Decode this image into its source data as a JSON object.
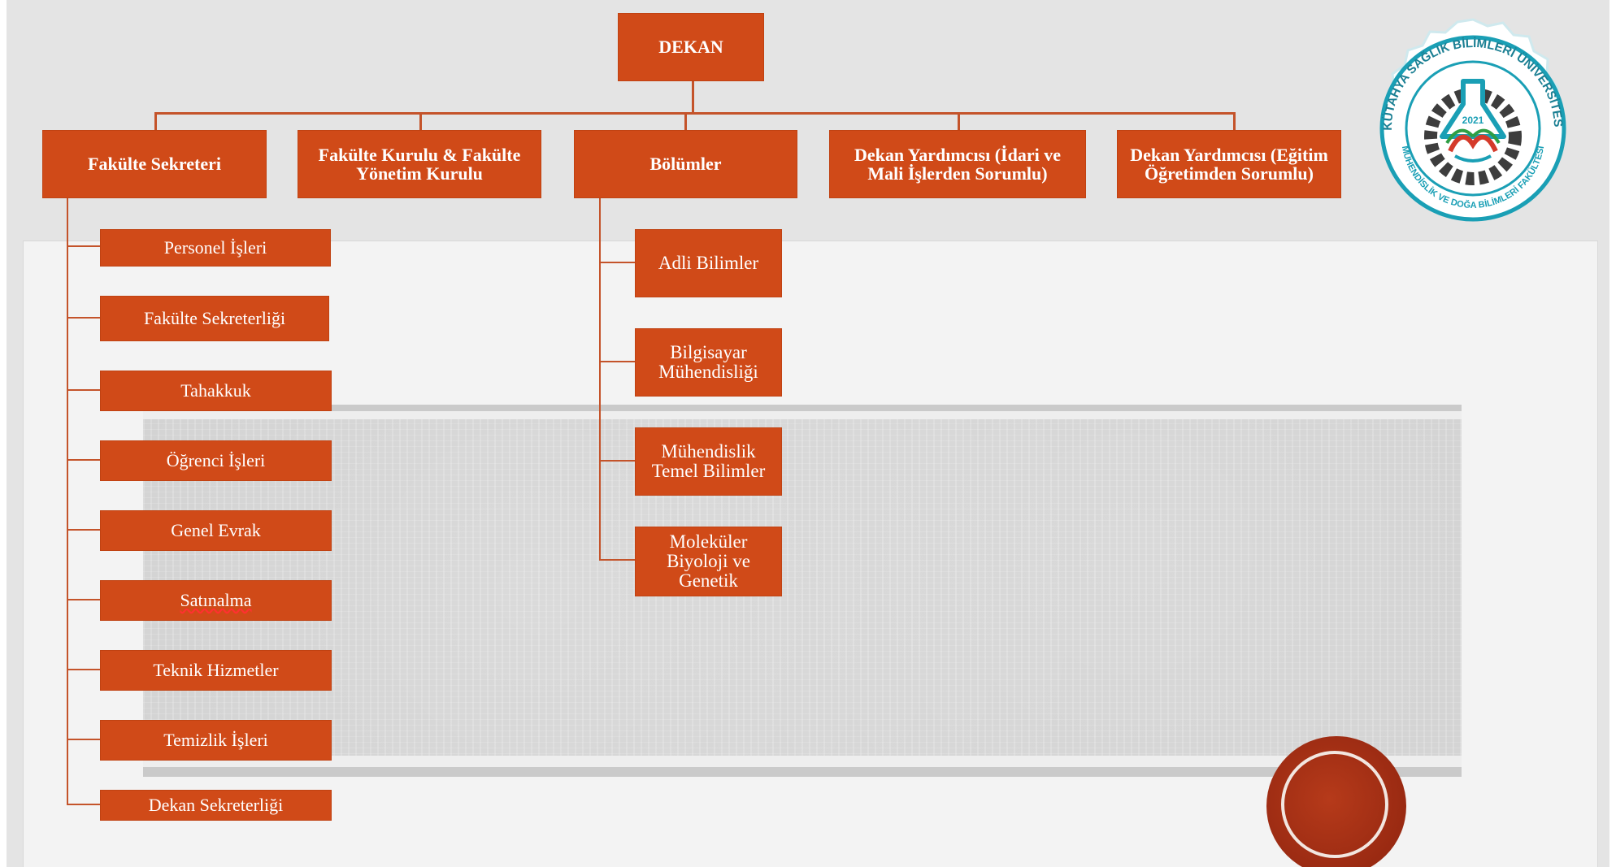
{
  "colors": {
    "box": "#d04a18",
    "connector": "#c4532a",
    "background": "#e4e4e4",
    "accent_circle": "#9a2a12"
  },
  "root": {
    "label": "DEKAN"
  },
  "top_level": [
    {
      "label": "Fakülte Sekreteri"
    },
    {
      "label": "Fakülte Kurulu & Fakülte Yönetim Kurulu"
    },
    {
      "label": "Bölümler"
    },
    {
      "label": "Dekan Yardımcısı (İdari ve Mali İşlerden Sorumlu)"
    },
    {
      "label": "Dekan Yardımcısı (Eğitim Öğretimden Sorumlu)"
    }
  ],
  "secretary_units": [
    {
      "label": "Personel İşleri"
    },
    {
      "label": "Fakülte Sekreterliği"
    },
    {
      "label": "Tahakkuk"
    },
    {
      "label": "Öğrenci İşleri"
    },
    {
      "label": "Genel Evrak"
    },
    {
      "label": "Satınalma"
    },
    {
      "label": "Teknik Hizmetler"
    },
    {
      "label": "Temizlik İşleri"
    },
    {
      "label": "Dekan Sekreterliği"
    }
  ],
  "departments": [
    {
      "label": "Adli Bilimler"
    },
    {
      "label": "Bilgisayar Mühendisliği"
    },
    {
      "label": "Mühendislik Temel Bilimler"
    },
    {
      "label": "Moleküler Biyoloji ve Genetik"
    }
  ],
  "logo": {
    "outer_text": "KÜTAHYA SAĞLIK BİLİMLERİ ÜNİVERSİTESİ",
    "inner_text": "MÜHENDİSLİK VE DOĞA BİLİMLERİ FAKÜLTESİ",
    "year": "2021",
    "icon": "gear-flask-emblem"
  }
}
